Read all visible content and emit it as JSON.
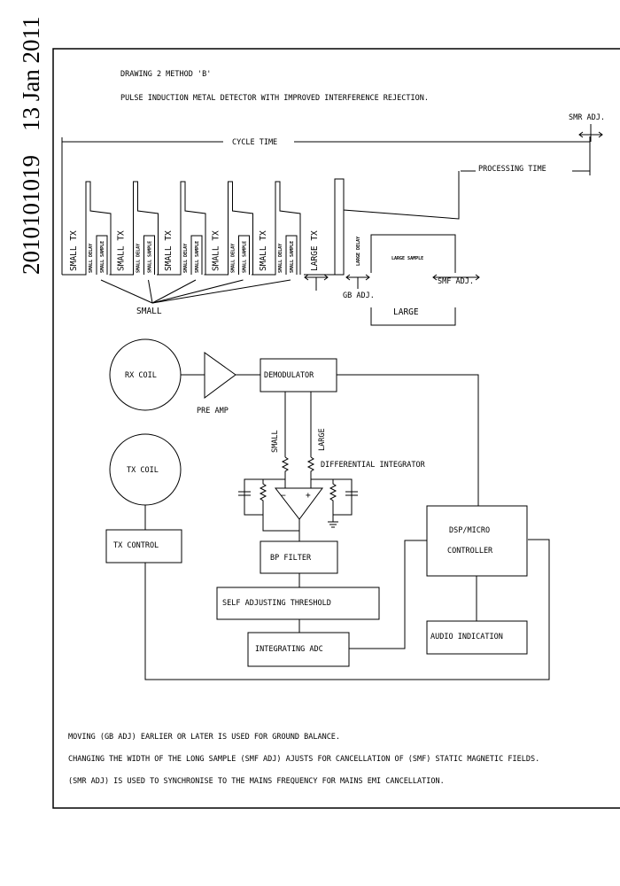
{
  "stamp": {
    "doc_number": "2010101019",
    "date": "13 Jan 2011"
  },
  "header": {
    "drawing_title": "DRAWING 2 METHOD 'B'",
    "subtitle": "PULSE INDUCTION METAL DETECTOR WITH IMPROVED INTERFERENCE REJECTION."
  },
  "timing": {
    "cycle_time": "CYCLE TIME",
    "processing_time": "PROCESSING TIME",
    "smr_adj": "SMR ADJ.",
    "small_tx": "SMALL TX",
    "small_delay": "SMALL DELAY",
    "small_sample": "SMALL SAMPLE",
    "small_group": "SMALL",
    "large_tx": "LARGE TX",
    "large_delay": "LARGE DELAY",
    "large_sample": "LARGE SAMPLE",
    "gb_adj": "GB ADJ.",
    "smf_adj": "SMF ADJ.",
    "large_group": "LARGE",
    "small_pulse_count": 5
  },
  "blocks": {
    "rx_coil": "RX COIL",
    "pre_amp": "PRE AMP",
    "demodulator": "DEMODULATOR",
    "small_line": "SMALL",
    "large_line": "LARGE",
    "differential_integrator": "DIFFERENTIAL INTEGRATOR",
    "opamp_minus": "−",
    "opamp_plus": "+",
    "tx_coil": "TX COIL",
    "tx_control": "TX CONTROL",
    "bp_filter": "BP FILTER",
    "self_adjusting_threshold": "SELF ADJUSTING THRESHOLD",
    "integrating_adc": "INTEGRATING ADC",
    "dsp_line1": "DSP/MICRO",
    "dsp_line2": "CONTROLLER",
    "audio_indication": "AUDIO INDICATION"
  },
  "notes": [
    "MOVING (GB ADJ) EARLIER OR LATER IS USED FOR GROUND BALANCE.",
    "CHANGING THE WIDTH OF THE LONG SAMPLE (SMF ADJ) AJUSTS FOR CANCELLATION OF (SMF) STATIC MAGNETIC FIELDS.",
    "(SMR ADJ) IS USED TO SYNCHRONISE TO THE MAINS FREQUENCY FOR MAINS EMI CANCELLATION."
  ]
}
